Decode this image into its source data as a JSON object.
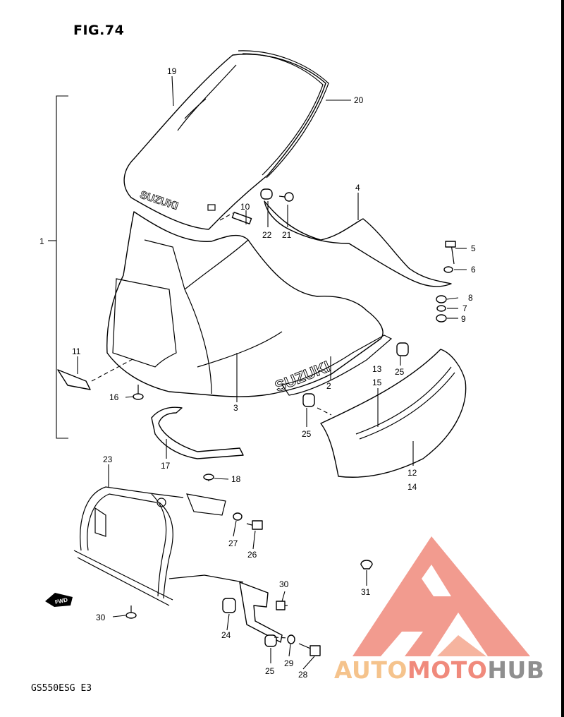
{
  "title": "FIG.74",
  "model_code": "GS550ESG  E3",
  "watermark": {
    "part1": "AUTO",
    "part2": "MOTO",
    "part3": "HUB",
    "colors": [
      "#f5c38c",
      "#f08a7c",
      "#8f8f8f"
    ]
  },
  "fwd_label": "FWD",
  "brand_text": "SUZUKI",
  "callouts": [
    {
      "id": "c1",
      "text": "1"
    },
    {
      "id": "c2",
      "text": "2"
    },
    {
      "id": "c3",
      "text": "3"
    },
    {
      "id": "c4",
      "text": "4"
    },
    {
      "id": "c5",
      "text": "5"
    },
    {
      "id": "c6",
      "text": "6"
    },
    {
      "id": "c7",
      "text": "7"
    },
    {
      "id": "c8",
      "text": "8"
    },
    {
      "id": "c9",
      "text": "9"
    },
    {
      "id": "c10",
      "text": "10"
    },
    {
      "id": "c11",
      "text": "11"
    },
    {
      "id": "c12",
      "text": "12"
    },
    {
      "id": "c13",
      "text": "13"
    },
    {
      "id": "c14",
      "text": "14"
    },
    {
      "id": "c15",
      "text": "15"
    },
    {
      "id": "c16",
      "text": "16"
    },
    {
      "id": "c17",
      "text": "17"
    },
    {
      "id": "c18",
      "text": "18"
    },
    {
      "id": "c19",
      "text": "19"
    },
    {
      "id": "c20",
      "text": "20"
    },
    {
      "id": "c21",
      "text": "21"
    },
    {
      "id": "c22",
      "text": "22"
    },
    {
      "id": "c23",
      "text": "23"
    },
    {
      "id": "c24",
      "text": "24"
    },
    {
      "id": "c25a",
      "text": "25"
    },
    {
      "id": "c25b",
      "text": "25"
    },
    {
      "id": "c25c",
      "text": "25"
    },
    {
      "id": "c26",
      "text": "26"
    },
    {
      "id": "c27",
      "text": "27"
    },
    {
      "id": "c28",
      "text": "28"
    },
    {
      "id": "c29",
      "text": "29"
    },
    {
      "id": "c30a",
      "text": "30"
    },
    {
      "id": "c30b",
      "text": "30"
    },
    {
      "id": "c31",
      "text": "31"
    }
  ]
}
